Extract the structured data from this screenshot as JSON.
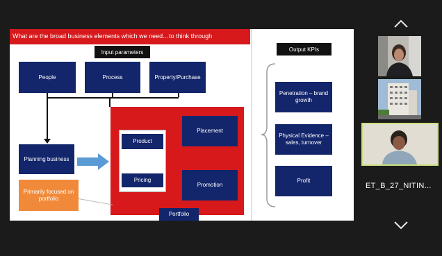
{
  "slide": {
    "title": "What are the broad business elements which we need…to think through",
    "input_parameters_label": "Input parameters",
    "output_kpis_label": "Output KPIs",
    "input_boxes": [
      "People",
      "Process",
      "Property/Purchase"
    ],
    "planning_business": "Planning business",
    "primarily_focused": "Primarily focused on portfolio",
    "product": "Product",
    "pricing": "Pricing",
    "placement": "Placement",
    "promotion": "Promotion",
    "portfolio": "Portfolio",
    "kpis": [
      "Penetration – brand growth",
      "Physical Evidence – sales, turnover",
      "Profit"
    ]
  },
  "participants": {
    "active_name": "ET_B_27_NITIN..."
  },
  "icons": {
    "scroll_up": "chevron-up-icon",
    "scroll_down": "chevron-down-icon"
  },
  "colors": {
    "accent_red": "#d7191c",
    "navy": "#13256b",
    "orange": "#f08a3a",
    "active_tile_border": "#cbe07a"
  }
}
